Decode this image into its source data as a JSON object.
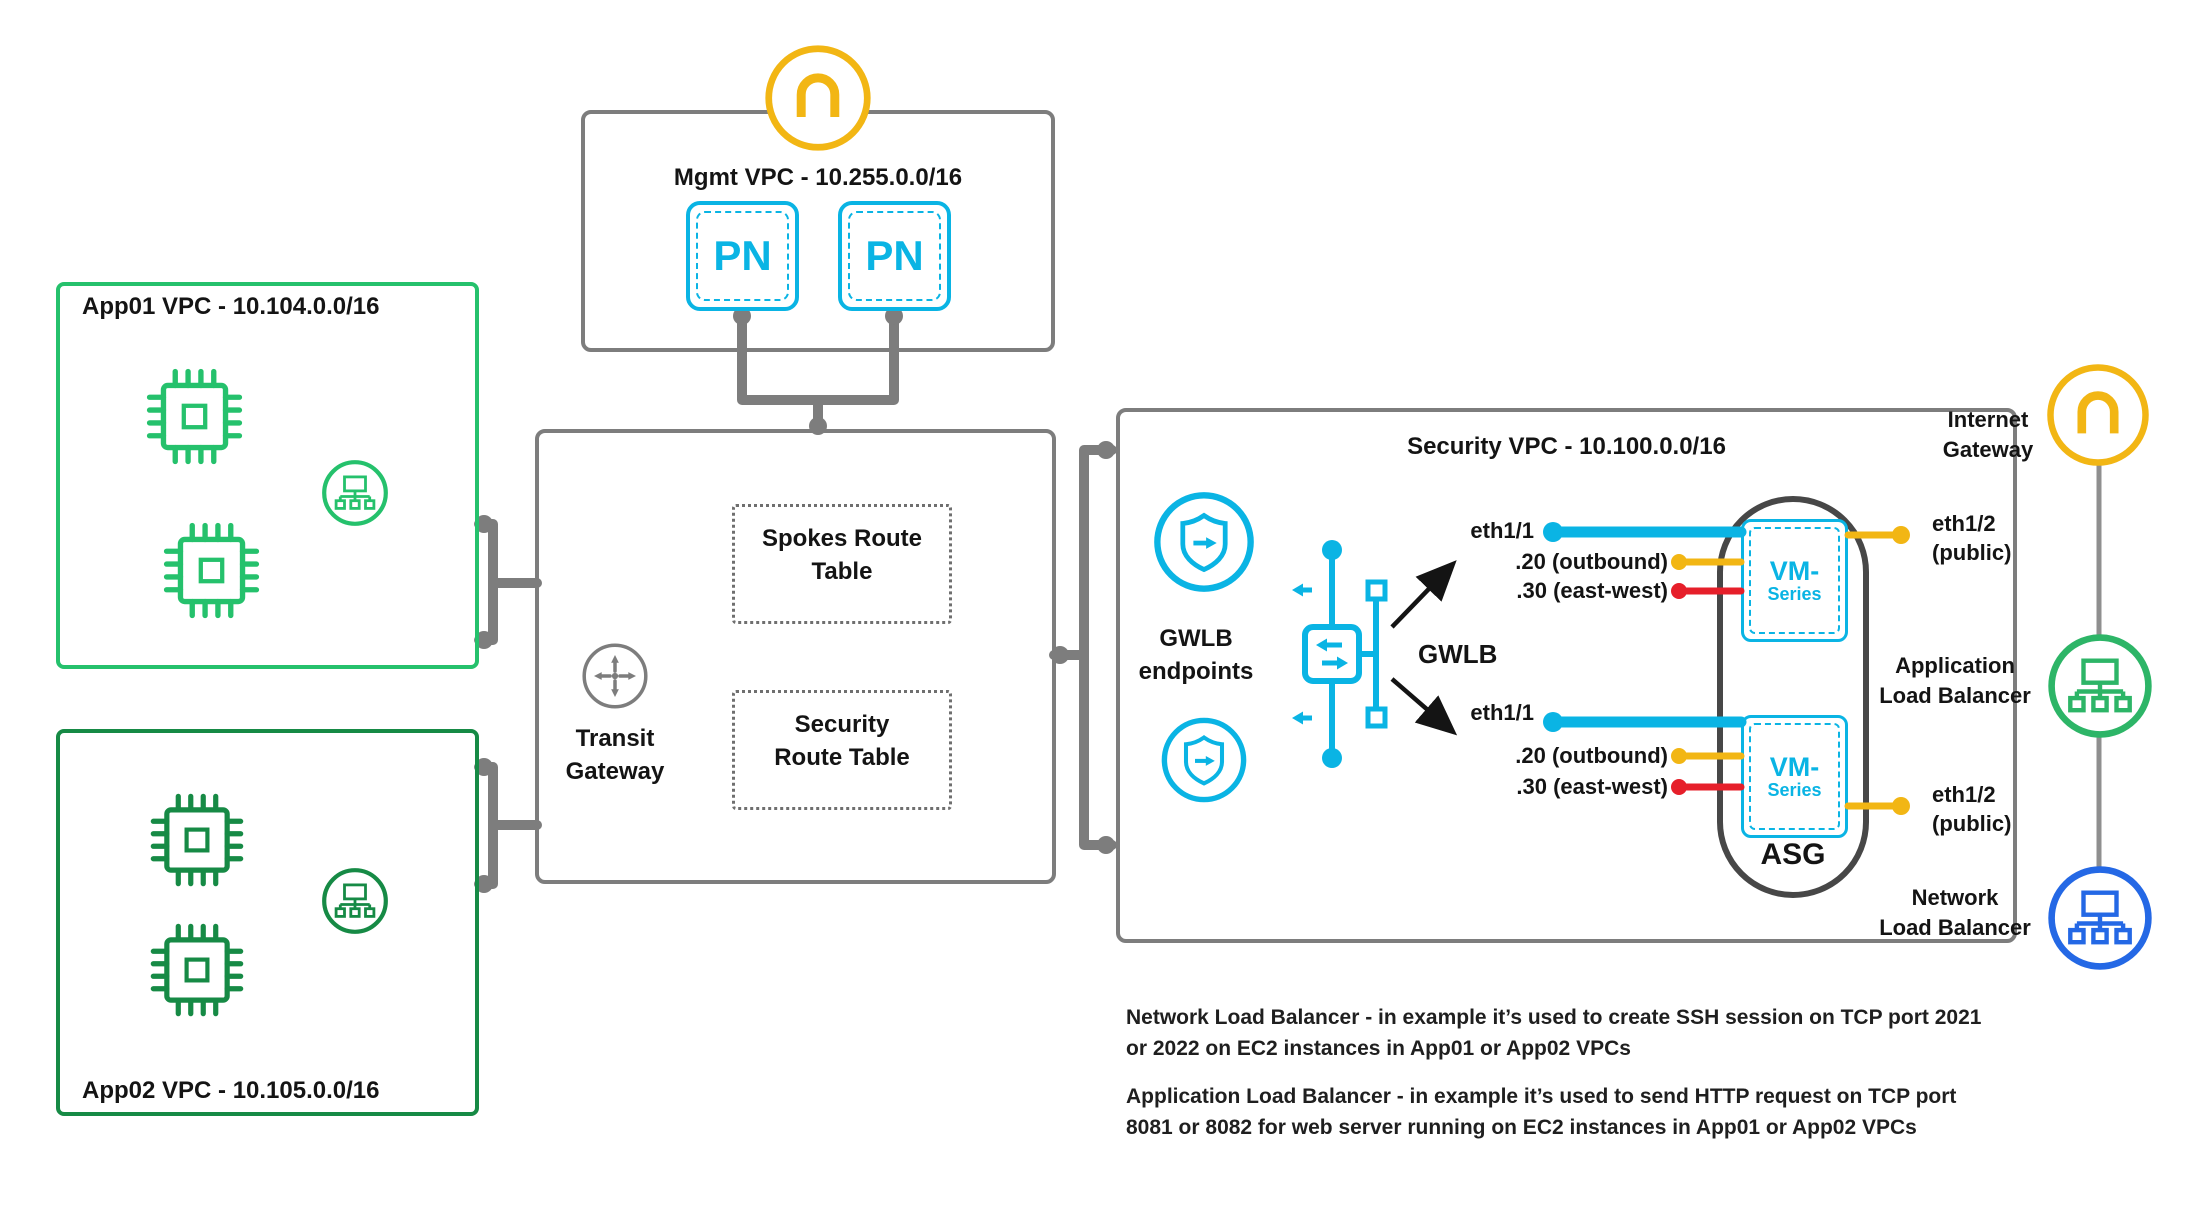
{
  "mgmt_vpc": {
    "title": "Mgmt VPC - 10.255.0.0/16",
    "pn_label": "PN"
  },
  "app01_vpc": {
    "title": "App01 VPC - 10.104.0.0/16"
  },
  "app02_vpc": {
    "title": "App02 VPC - 10.105.0.0/16"
  },
  "transit_gateway": {
    "label": "Transit\nGateway",
    "spokes_route_table": "Spokes Route\nTable",
    "security_route_table": "Security\nRoute Table"
  },
  "security_vpc": {
    "title": "Security VPC - 10.100.0.0/16",
    "gwlb_endpoints": "GWLB\nendpoints",
    "gwlb": "GWLB",
    "asg": "ASG",
    "vm_series": {
      "line1": "VM-",
      "line2": "Series"
    },
    "fw1": {
      "eth11": "eth1/1",
      "if20": ".20 (outbound)",
      "if30": ".30 (east-west)",
      "eth12": "eth1/2\n(public)"
    },
    "fw2": {
      "eth11": "eth1/1",
      "if20": ".20 (outbound)",
      "if30": ".30 (east-west)",
      "eth12": "eth1/2\n(public)"
    }
  },
  "right_column": {
    "internet_gateway": "Internet\nGateway",
    "app_lb": "Application\nLoad Balancer",
    "net_lb": "Network\nLoad Balancer"
  },
  "notes": {
    "nlb": "Network Load Balancer - in example it’s used to create SSH session on TCP port 2021\nor 2022 on EC2 instances in App01 or App02 VPCs",
    "alb": "Application Load Balancer - in example it’s used to send HTTP request on TCP port\n8081 or 8082 for web server running on EC2 instances in App01 or App02 VPCs"
  },
  "icons": {
    "mgmt_gateway": "arch-gateway-icon",
    "internet_gateway": "arch-gateway-icon",
    "cpu": "cpu-chip-icon",
    "network": "load-balancer-node-icon",
    "transit_gateway": "transit-gateway-arrows-icon",
    "gwlb_endpoint": "shield-endpoint-icon",
    "gwlb": "gateway-load-balancer-icon"
  },
  "colors": {
    "cyan": "#0ab4e4",
    "yellow": "#f2b614",
    "red": "#e61f2a",
    "green_light": "#25c16c",
    "green_dark": "#168a45",
    "blue": "#2468e5",
    "gray": "#7d7d7d",
    "black": "#141414"
  }
}
